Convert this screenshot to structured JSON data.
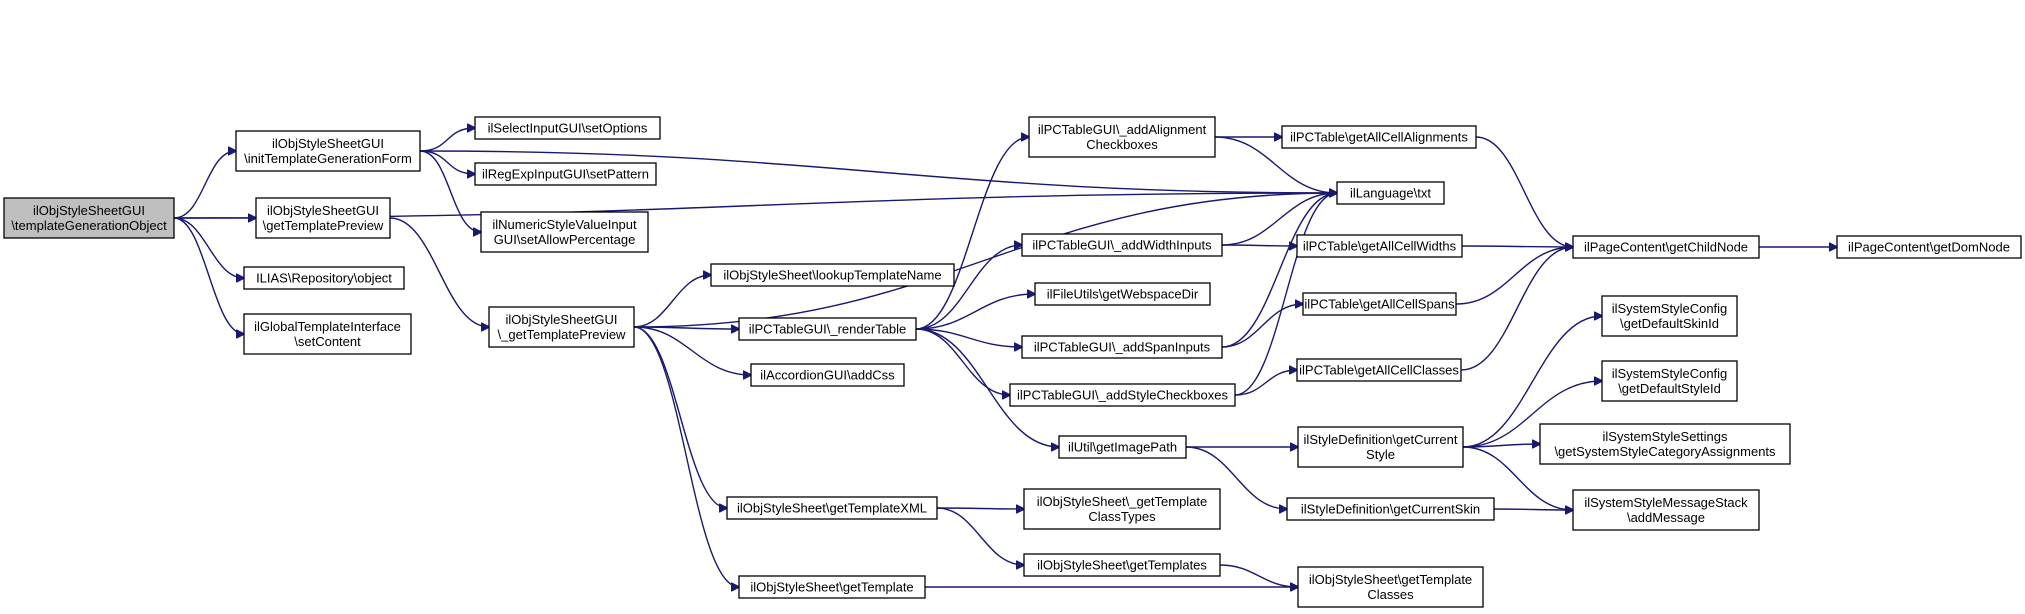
{
  "nodes": [
    {
      "id": "root",
      "lines": [
        "ilObjStyleSheetGUI",
        "\\templateGenerationObject"
      ],
      "root": true
    },
    {
      "id": "initForm",
      "lines": [
        "ilObjStyleSheetGUI",
        "\\initTemplateGenerationForm"
      ]
    },
    {
      "id": "getTplPreview",
      "lines": [
        "ilObjStyleSheetGUI",
        "\\getTemplatePreview"
      ]
    },
    {
      "id": "repoObject",
      "lines": [
        "ILIAS\\Repository\\object"
      ]
    },
    {
      "id": "setContent",
      "lines": [
        "ilGlobalTemplateInterface",
        "\\setContent"
      ]
    },
    {
      "id": "setOptions",
      "lines": [
        "ilSelectInputGUI\\setOptions"
      ]
    },
    {
      "id": "setPattern",
      "lines": [
        "ilRegExpInputGUI\\setPattern"
      ]
    },
    {
      "id": "setAllowPct",
      "lines": [
        "ilNumericStyleValueInput",
        "GUI\\setAllowPercentage"
      ]
    },
    {
      "id": "_getTplPreview",
      "lines": [
        "ilObjStyleSheetGUI",
        "\\_getTemplatePreview"
      ]
    },
    {
      "id": "lookupTplName",
      "lines": [
        "ilObjStyleSheet\\lookupTemplateName"
      ]
    },
    {
      "id": "renderTable",
      "lines": [
        "ilPCTableGUI\\_renderTable"
      ]
    },
    {
      "id": "addCss",
      "lines": [
        "ilAccordionGUI\\addCss"
      ]
    },
    {
      "id": "getTplXML",
      "lines": [
        "ilObjStyleSheet\\getTemplateXML"
      ]
    },
    {
      "id": "getTemplate",
      "lines": [
        "ilObjStyleSheet\\getTemplate"
      ]
    },
    {
      "id": "addAlign",
      "lines": [
        "ilPCTableGUI\\_addAlignment",
        "Checkboxes"
      ]
    },
    {
      "id": "addWidth",
      "lines": [
        "ilPCTableGUI\\_addWidthInputs"
      ]
    },
    {
      "id": "webspace",
      "lines": [
        "ilFileUtils\\getWebspaceDir"
      ]
    },
    {
      "id": "addSpan",
      "lines": [
        "ilPCTableGUI\\_addSpanInputs"
      ]
    },
    {
      "id": "addStyleCb",
      "lines": [
        "ilPCTableGUI\\_addStyleCheckboxes"
      ]
    },
    {
      "id": "imagePath",
      "lines": [
        "ilUtil\\getImagePath"
      ]
    },
    {
      "id": "classTypes",
      "lines": [
        "ilObjStyleSheet\\_getTemplate",
        "ClassTypes"
      ]
    },
    {
      "id": "getTemplates",
      "lines": [
        "ilObjStyleSheet\\getTemplates"
      ]
    },
    {
      "id": "langTxt",
      "lines": [
        "ilLanguage\\txt"
      ]
    },
    {
      "id": "cellAlign",
      "lines": [
        "ilPCTable\\getAllCellAlignments"
      ]
    },
    {
      "id": "cellWidths",
      "lines": [
        "ilPCTable\\getAllCellWidths"
      ]
    },
    {
      "id": "cellSpans",
      "lines": [
        "ilPCTable\\getAllCellSpans"
      ]
    },
    {
      "id": "cellClasses",
      "lines": [
        "ilPCTable\\getAllCellClasses"
      ]
    },
    {
      "id": "curStyle",
      "lines": [
        "ilStyleDefinition\\getCurrent",
        "Style"
      ]
    },
    {
      "id": "curSkin",
      "lines": [
        "ilStyleDefinition\\getCurrentSkin"
      ]
    },
    {
      "id": "tplClasses",
      "lines": [
        "ilObjStyleSheet\\getTemplate",
        "Classes"
      ]
    },
    {
      "id": "childNode",
      "lines": [
        "ilPageContent\\getChildNode"
      ]
    },
    {
      "id": "defSkin",
      "lines": [
        "ilSystemStyleConfig",
        "\\getDefaultSkinId"
      ]
    },
    {
      "id": "defStyle",
      "lines": [
        "ilSystemStyleConfig",
        "\\getDefaultStyleId"
      ]
    },
    {
      "id": "catAssign",
      "lines": [
        "ilSystemStyleSettings",
        "\\getSystemStyleCategoryAssignments"
      ]
    },
    {
      "id": "addMessage",
      "lines": [
        "ilSystemStyleMessageStack",
        "\\addMessage"
      ]
    },
    {
      "id": "domNode",
      "lines": [
        "ilPageContent\\getDomNode"
      ]
    }
  ],
  "edges": [
    [
      "root",
      "initForm"
    ],
    [
      "root",
      "getTplPreview"
    ],
    [
      "root",
      "repoObject"
    ],
    [
      "root",
      "setContent"
    ],
    [
      "root",
      "langTxt"
    ],
    [
      "initForm",
      "setOptions"
    ],
    [
      "initForm",
      "setPattern"
    ],
    [
      "initForm",
      "setAllowPct"
    ],
    [
      "initForm",
      "langTxt"
    ],
    [
      "getTplPreview",
      "_getTplPreview"
    ],
    [
      "_getTplPreview",
      "langTxt"
    ],
    [
      "_getTplPreview",
      "lookupTplName"
    ],
    [
      "_getTplPreview",
      "renderTable"
    ],
    [
      "_getTplPreview",
      "addCss"
    ],
    [
      "_getTplPreview",
      "getTplXML"
    ],
    [
      "_getTplPreview",
      "getTemplate"
    ],
    [
      "renderTable",
      "addAlign"
    ],
    [
      "renderTable",
      "addWidth"
    ],
    [
      "renderTable",
      "webspace"
    ],
    [
      "renderTable",
      "addSpan"
    ],
    [
      "renderTable",
      "addStyleCb"
    ],
    [
      "renderTable",
      "imagePath"
    ],
    [
      "addAlign",
      "cellAlign"
    ],
    [
      "addAlign",
      "langTxt"
    ],
    [
      "addWidth",
      "langTxt"
    ],
    [
      "addWidth",
      "cellWidths"
    ],
    [
      "addSpan",
      "langTxt"
    ],
    [
      "addSpan",
      "cellSpans"
    ],
    [
      "addStyleCb",
      "langTxt"
    ],
    [
      "addStyleCb",
      "cellClasses"
    ],
    [
      "cellAlign",
      "childNode"
    ],
    [
      "cellWidths",
      "childNode"
    ],
    [
      "cellSpans",
      "childNode"
    ],
    [
      "cellClasses",
      "childNode"
    ],
    [
      "childNode",
      "domNode"
    ],
    [
      "imagePath",
      "curStyle"
    ],
    [
      "imagePath",
      "curSkin"
    ],
    [
      "curStyle",
      "defSkin"
    ],
    [
      "curStyle",
      "defStyle"
    ],
    [
      "curStyle",
      "catAssign"
    ],
    [
      "curStyle",
      "addMessage"
    ],
    [
      "curSkin",
      "addMessage"
    ],
    [
      "getTplXML",
      "classTypes"
    ],
    [
      "getTplXML",
      "getTemplates"
    ],
    [
      "getTemplates",
      "tplClasses"
    ],
    [
      "getTemplate",
      "tplClasses"
    ]
  ],
  "colors": {
    "edge": "#191970",
    "root_fill": "#bfbfbf",
    "node_fill": "#ffffff",
    "node_border": "#000000"
  }
}
